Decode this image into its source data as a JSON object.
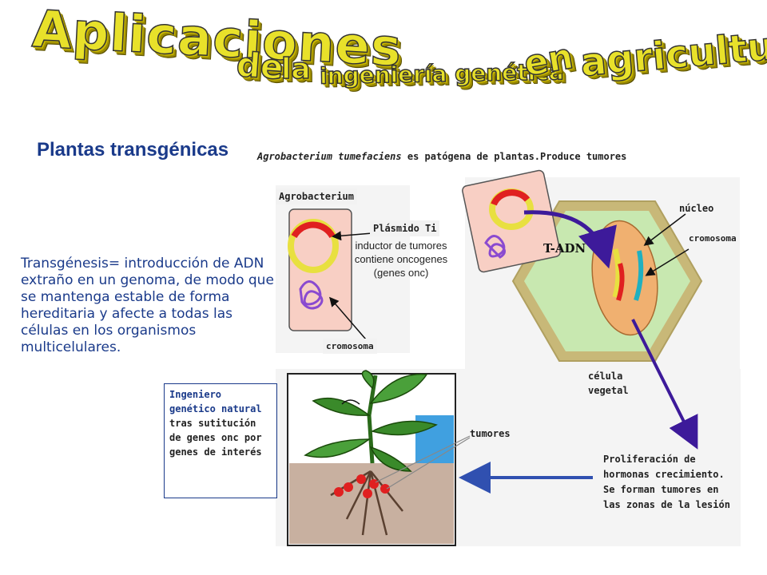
{
  "title": {
    "part1": "Aplicaciones",
    "part2": "de",
    "part3": "la",
    "part4": "ingeniería genética",
    "part5": "en",
    "part6": "agricultura"
  },
  "section_heading": "Plantas transgénicas",
  "subheading": {
    "italic": "Agrobacterium tumefaciens",
    "rest": " es patógena de plantas.Produce tumores"
  },
  "definition": {
    "term": "Transgénesis",
    "text": "= introducción de ADN extraño en un genoma, de modo que se mantenga estable de forma hereditaria y afecte a todas las células en los organismos multicelulares."
  },
  "diagram_labels": {
    "agrobacterium": "Agrobacterium",
    "plasmid": "Plásmido Ti",
    "plasmid_desc_1": "inductor de tumores",
    "plasmid_desc_2": "contiene oncogenes",
    "plasmid_desc_3": "(genes onc)",
    "cromosoma_left": "cromosoma",
    "nucleo": "núcleo",
    "cromosoma_right": "cromosoma",
    "t_adn": "T-ADN",
    "celula_1": "célula",
    "celula_2": "vegetal",
    "tumores": "tumores",
    "proliferacion": "Proliferación de hormonas crecimiento. Se forman tumores en las zonas de la lesión"
  },
  "engineer_box": {
    "highlight": "Ingeniero genético natural",
    "rest": " tras sutitución de genes onc por genes de interés"
  },
  "colors": {
    "title_fill": "#e8e12a",
    "heading_blue": "#1a3a8a",
    "definition_blue": "#1a3a8a",
    "arrow_purple": "#3d1a9a",
    "arrow_blue": "#3050b0",
    "cell_green": "#c8e8b0",
    "cell_wall": "#c8b878",
    "nucleus": "#f0b070"
  }
}
